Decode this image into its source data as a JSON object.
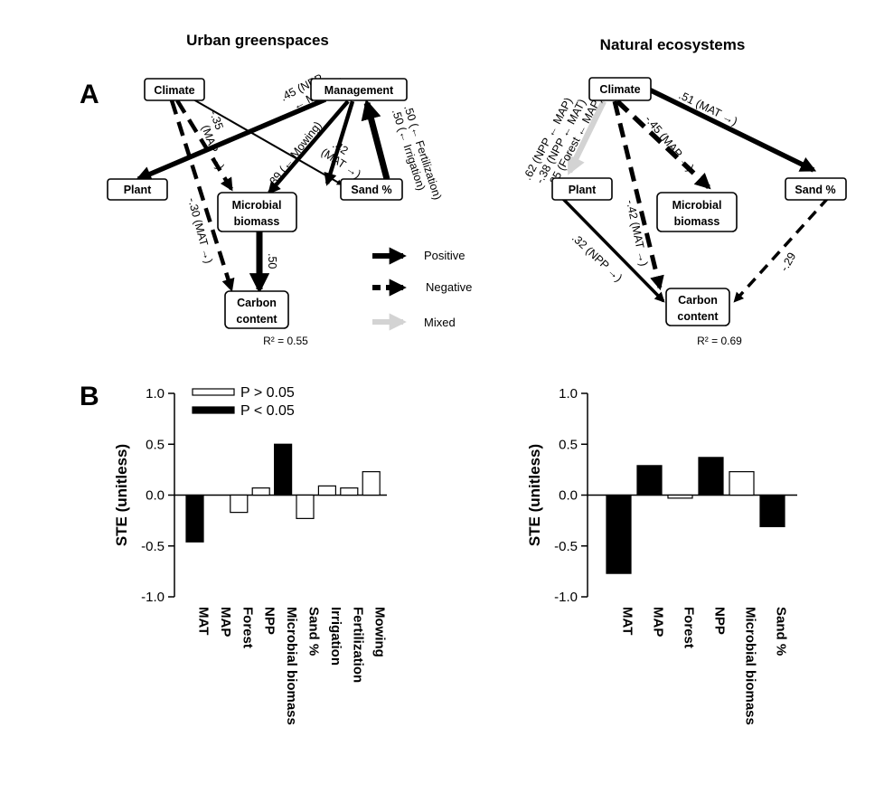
{
  "titles": {
    "left": "Urban greenspaces",
    "right": "Natural ecosystems"
  },
  "panels": {
    "a": "A",
    "b": "B"
  },
  "sem": {
    "node_labels": {
      "climate": "Climate",
      "management": "Management",
      "plant": "Plant",
      "microbial": [
        "Microbial",
        "biomass"
      ],
      "sand": "Sand %",
      "carbon": [
        "Carbon",
        "content"
      ]
    },
    "legend": {
      "positive": "Positive",
      "negative": "Negative",
      "mixed": "Mixed"
    },
    "urban": {
      "r2": "R² = 0.55",
      "paths": [
        {
          "id": "clim-sand",
          "from": "climate",
          "to": "sand",
          "type": "positive",
          "weight": 1,
          "label": [
            ".45 (NPP",
            "← Mowing)"
          ]
        },
        {
          "id": "clim-micro",
          "from": "climate",
          "to": "microbial",
          "type": "negative",
          "weight": 2,
          "label": [
            "-.35",
            "(MAP →)"
          ]
        },
        {
          "id": "clim-carbon",
          "from": "climate",
          "to": "carbon",
          "type": "negative",
          "weight": 2,
          "label": [
            "-.30 (MAT →)"
          ]
        },
        {
          "id": "mgmt-plant",
          "from": "management",
          "to": "plant",
          "type": "positive",
          "weight": 4,
          "label": []
        },
        {
          "id": "mgmt-micro",
          "from": "management",
          "to": "microbial",
          "type": "positive",
          "weight": 3,
          "label": [
            ".39 (← Mowing)"
          ]
        },
        {
          "id": "mgmt-sand",
          "from": "management",
          "to": "sand",
          "type": "positive",
          "weight": 3,
          "label": [
            ".42",
            "(MAT →)"
          ]
        },
        {
          "id": "sand-mgmt",
          "from": "sand",
          "to": "management",
          "type": "positive",
          "weight": 5,
          "label": [
            ".50 (← Fertilization)",
            ".50 (← Irrigation)"
          ]
        },
        {
          "id": "micro-carbon",
          "from": "microbial",
          "to": "carbon",
          "type": "positive",
          "weight": 5,
          "label": [
            ".50"
          ]
        }
      ]
    },
    "natural": {
      "r2": "R² = 0.69",
      "paths": [
        {
          "id": "clim-sand",
          "from": "climate",
          "to": "sand",
          "type": "positive",
          "weight": 4,
          "label": [
            ".51 (MAT →)"
          ]
        },
        {
          "id": "clim-plant",
          "from": "climate",
          "to": "plant",
          "type": "mixed",
          "weight": 5,
          "label": [
            ".62 (NPP ← MAP)",
            "-.38 (NPP ← MAT)",
            ".35 (Forest ← MAP)"
          ]
        },
        {
          "id": "clim-micro",
          "from": "climate",
          "to": "microbial",
          "type": "negative",
          "weight": 4,
          "label": [
            "-.45 (MAP →)"
          ]
        },
        {
          "id": "clim-carbon",
          "from": "climate",
          "to": "carbon",
          "type": "negative",
          "weight": 3,
          "label": [
            "-.42 (MAT →)"
          ]
        },
        {
          "id": "plant-carbon",
          "from": "plant",
          "to": "carbon",
          "type": "positive",
          "weight": 2,
          "label": [
            ".32 (NPP →)"
          ]
        },
        {
          "id": "sand-carbon",
          "from": "sand",
          "to": "carbon",
          "type": "negative",
          "weight": 2,
          "label": [
            "-.29"
          ]
        }
      ]
    }
  },
  "chart_data": [
    {
      "type": "bar",
      "panel": "B",
      "title": "",
      "xlabel": "",
      "ylabel": "STE (unitless)",
      "ylim": [
        -1.0,
        1.0
      ],
      "yticks": [
        "1.0",
        "0.5",
        "0.0",
        "-0.5",
        "-1.0"
      ],
      "legend": [
        {
          "label": "P > 0.05",
          "fill": "#ffffff"
        },
        {
          "label": "P < 0.05",
          "fill": "#000000"
        }
      ],
      "categories": [
        "MAT",
        "MAP",
        "Forest",
        "NPP",
        "Microbial biomass",
        "Sand %",
        "Irrigation",
        "Fertilization",
        "Mowing"
      ],
      "values": [
        -0.46,
        0.0,
        -0.17,
        0.07,
        0.5,
        -0.23,
        0.09,
        0.07,
        0.23
      ],
      "significant": [
        true,
        false,
        false,
        false,
        true,
        false,
        false,
        false,
        false
      ]
    },
    {
      "type": "bar",
      "panel": "B",
      "title": "",
      "xlabel": "",
      "ylabel": "STE (unitless)",
      "ylim": [
        -1.0,
        1.0
      ],
      "yticks": [
        "1.0",
        "0.5",
        "0.0",
        "-0.5",
        "-1.0"
      ],
      "categories": [
        "MAT",
        "MAP",
        "Forest",
        "NPP",
        "Microbial biomass",
        "Sand %"
      ],
      "values": [
        -0.77,
        0.29,
        -0.03,
        0.37,
        0.23,
        -0.31
      ],
      "significant": [
        true,
        true,
        false,
        true,
        false,
        true
      ]
    }
  ]
}
